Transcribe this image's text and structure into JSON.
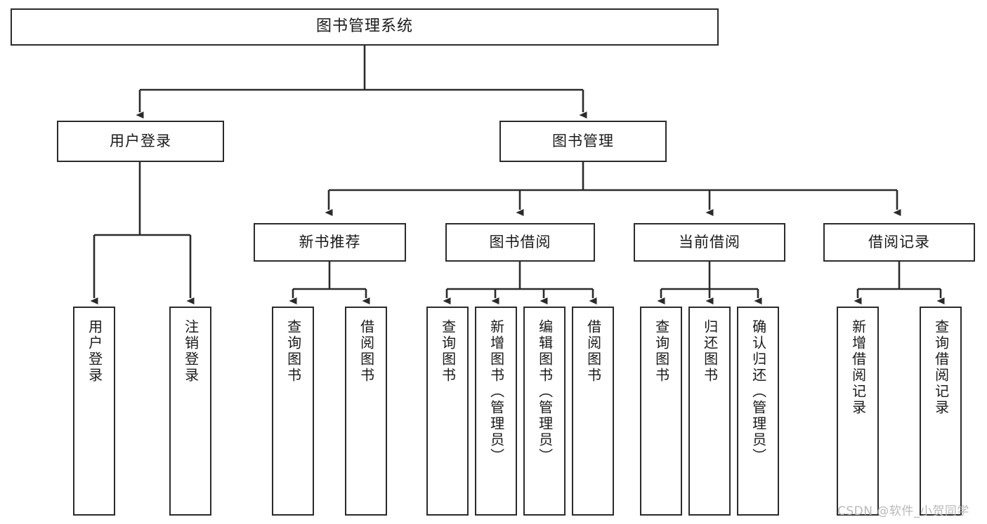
{
  "diagram": {
    "type": "tree",
    "title": "图书管理系统",
    "orientation": "top-down",
    "colors": {
      "box_border": "#2b2b2b",
      "box_fill": "#ffffff",
      "edge": "#2b2b2b",
      "text": "#1a1a1a",
      "watermark": "#b9b9b9",
      "background": "#ffffff"
    }
  },
  "root": {
    "label": "图书管理系统"
  },
  "level2": [
    {
      "label": "用户登录"
    },
    {
      "label": "图书管理"
    }
  ],
  "level3": [
    {
      "label": "新书推荐"
    },
    {
      "label": "图书借阅"
    },
    {
      "label": "当前借阅"
    },
    {
      "label": "借阅记录"
    }
  ],
  "leaves": {
    "user_login": [
      {
        "label": "用户登录"
      },
      {
        "label": "注销登录"
      }
    ],
    "new_book_recommend": [
      {
        "label": "查询图书"
      },
      {
        "label": "借阅图书"
      }
    ],
    "book_borrow": [
      {
        "label": "查询图书"
      },
      {
        "label": "新增图书（管理员）"
      },
      {
        "label": "编辑图书（管理员）"
      },
      {
        "label": "借阅图书"
      }
    ],
    "current_borrow": [
      {
        "label": "查询图书"
      },
      {
        "label": "归还图书"
      },
      {
        "label": "确认归还（管理员）"
      }
    ],
    "borrow_record": [
      {
        "label": "新增借阅记录"
      },
      {
        "label": "查询借阅记录"
      }
    ]
  },
  "watermark": {
    "text": "CSDN @软件_小贺同学"
  }
}
